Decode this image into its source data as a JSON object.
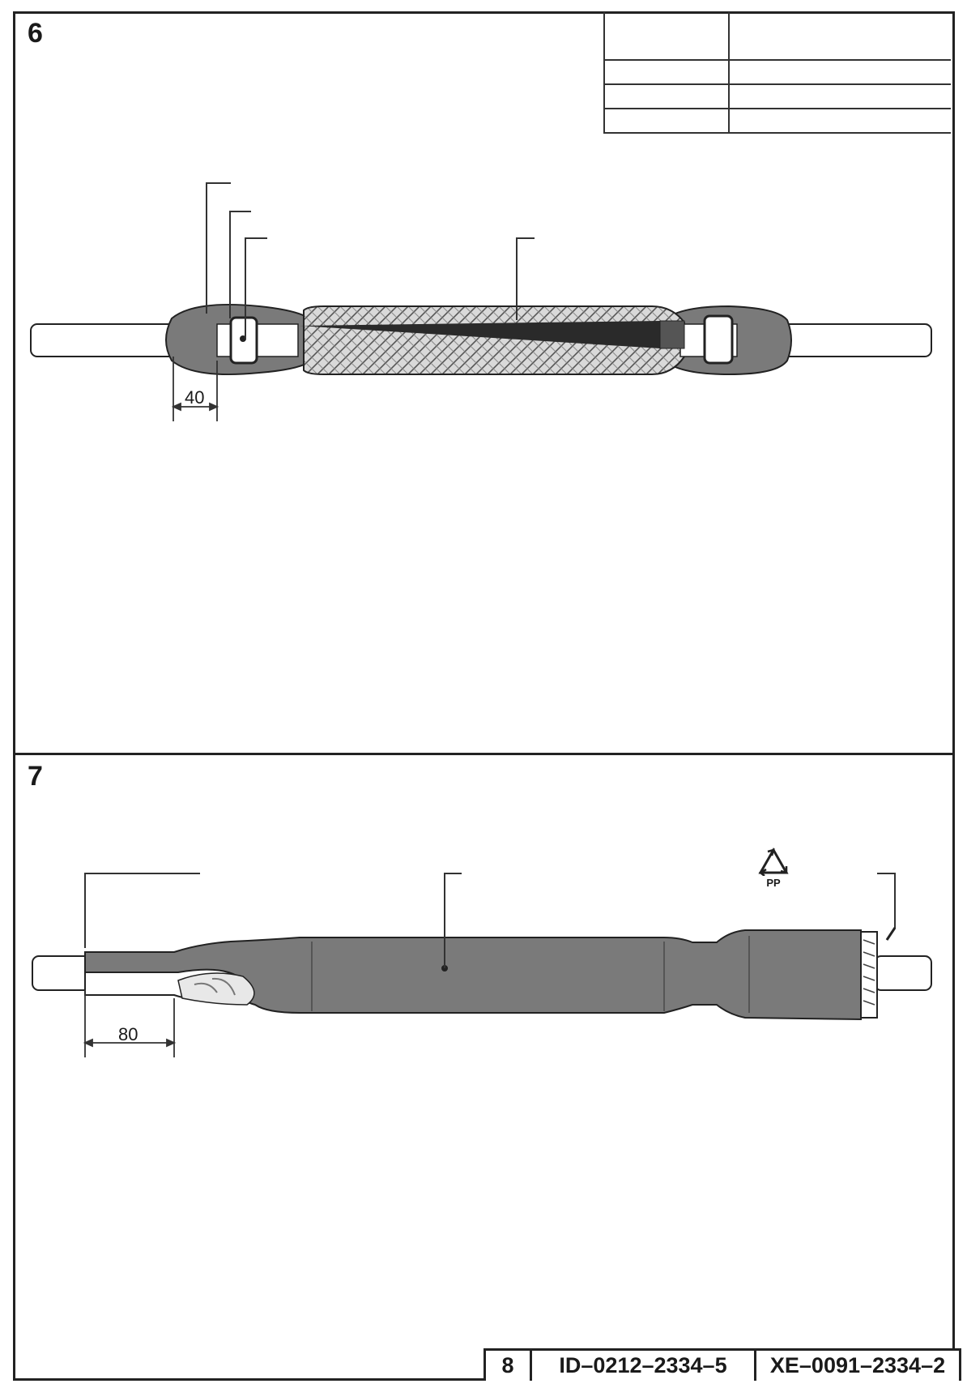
{
  "steps": {
    "step6": {
      "number": "6",
      "dimension": "40"
    },
    "step7": {
      "number": "7",
      "dimension": "80",
      "recycle_material": "PP"
    }
  },
  "title_block": {
    "page": "8",
    "doc_id": "ID–0212–2334–5",
    "drawing_id": "XE–0091–2334–2"
  },
  "icons": {
    "recycle": "recycle-triangle-icon"
  },
  "colors": {
    "line": "#222222",
    "sleeve_gray": "#7a7a7a",
    "light_gray": "#bdbdbd",
    "cable_white": "#ffffff"
  }
}
